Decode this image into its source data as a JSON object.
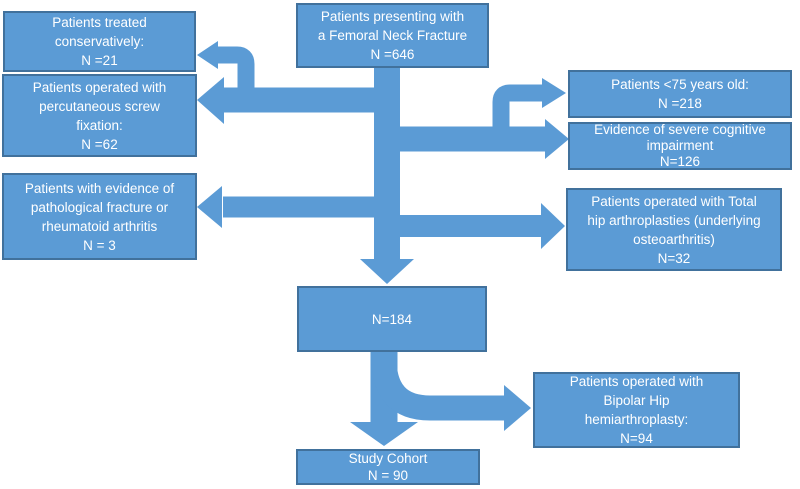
{
  "diagram": {
    "type": "patient-flow-diagram",
    "colors": {
      "node_fill": "#5b9bd5",
      "node_border": "#41719c",
      "arrow": "#5b9bd5",
      "text": "#ffffff",
      "background": "#ffffff"
    },
    "boxes": {
      "source": {
        "text": "Patients presenting with\na Femoral Neck Fracture\nN =646",
        "n": 646
      },
      "conservative": {
        "text": "Patients treated\nconservatively:\nN =21",
        "n": 21
      },
      "screw": {
        "text": "Patients operated with\npercutaneous screw\nfixation:\nN =62",
        "n": 62
      },
      "pathological": {
        "text": "Patients with evidence of\npathological fracture or\nrheumatoid arthritis\nN = 3",
        "n": 3
      },
      "under75": {
        "text": "Patients <75 years old:\nN =218",
        "n": 218
      },
      "cognitive": {
        "text": "Evidence of severe cognitive\nimpairment\nN=126",
        "n": 126
      },
      "tha": {
        "text": "Patients operated with Total\nhip arthroplasties (underlying\nosteoarthritis)\nN=32",
        "n": 32
      },
      "n184": {
        "text": "N=184",
        "n": 184
      },
      "bipolar": {
        "text": "Patients operated with\nBipolar Hip\nhemiarthroplasty:\nN=94",
        "n": 94
      },
      "cohort": {
        "text": "Study Cohort\nN = 90",
        "n": 90
      }
    },
    "arrows": [
      {
        "from": "source",
        "to": "n184"
      },
      {
        "from": "source",
        "to": "conservative"
      },
      {
        "from": "source",
        "to": "screw"
      },
      {
        "from": "source",
        "to": "pathological"
      },
      {
        "from": "source",
        "to": "under75"
      },
      {
        "from": "source",
        "to": "cognitive"
      },
      {
        "from": "source",
        "to": "tha"
      },
      {
        "from": "n184",
        "to": "cohort"
      },
      {
        "from": "n184",
        "to": "bipolar"
      }
    ]
  }
}
